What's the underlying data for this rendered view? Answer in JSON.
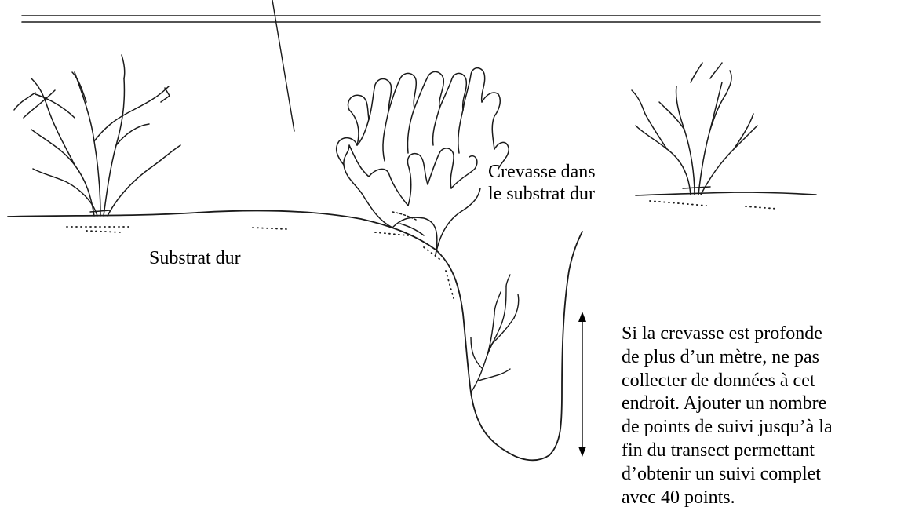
{
  "labels": {
    "crevasse": "Crevasse dans\nle substrat dur",
    "substrat": "Substrat dur",
    "note": "Si la crevasse est profonde\nde plus d’un mètre, ne pas\ncollecter de données à cet\nendroit. Ajouter un nombre\nde points de suivi jusqu’à la\nfin du transect permettant\nd’obtenir un suivi complet\navec 40 points."
  }
}
